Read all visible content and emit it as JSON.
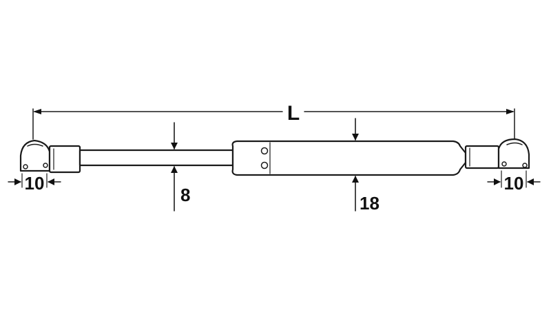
{
  "dimensions": {
    "overall_length": "L",
    "rod_diameter": "8",
    "cylinder_diameter": "18",
    "left_end_fitting": "10",
    "right_end_fitting": "10"
  }
}
